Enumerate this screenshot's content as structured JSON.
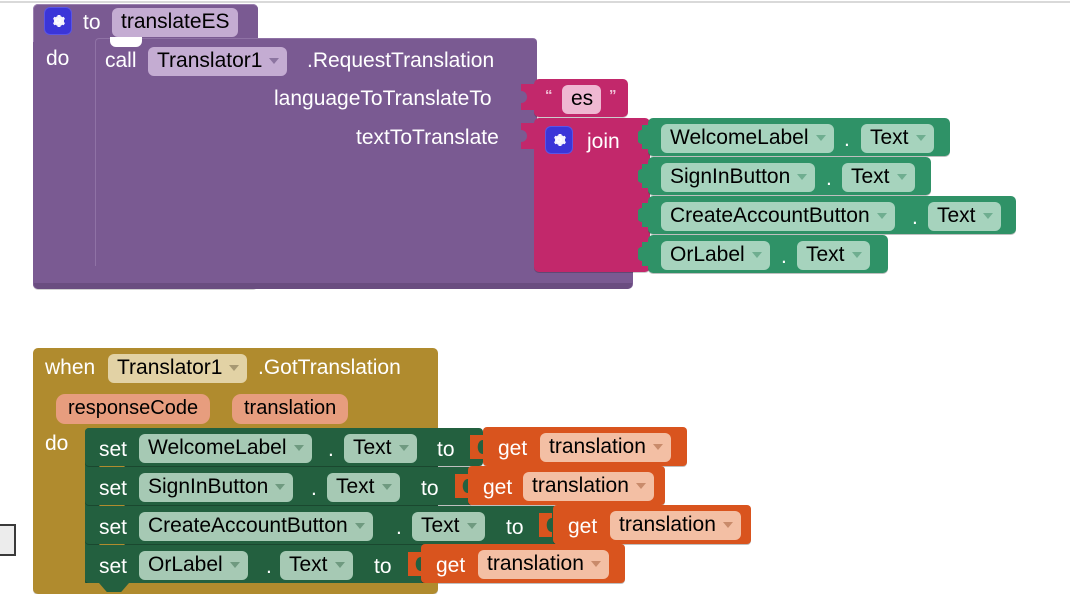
{
  "app": {
    "name": "MIT App Inventor Blocks Editor",
    "canvas_background": "#ffffff"
  },
  "colors": {
    "procedure_purple": "#7a5a92",
    "text_magenta": "#c2286b",
    "component_green": "#2f9267",
    "event_gold": "#b08b2e",
    "setter_green": "#23603f",
    "variable_orange": "#d9541e",
    "mutator_blue": "#3b35d8"
  },
  "procedure_block": {
    "mutator_icon": "gear-icon",
    "to_label": "to",
    "name": "translateES",
    "do_label": "do",
    "call": {
      "call_label": "call",
      "component": "Translator1",
      "method": ".RequestTranslation",
      "args": [
        {
          "name": "languageToTranslateTo"
        },
        {
          "name": "textToTranslate"
        }
      ]
    },
    "language_value": {
      "type": "text-string",
      "open_quote": "“",
      "value": "es",
      "close_quote": "”"
    },
    "join_value": {
      "mutator_icon": "gear-icon",
      "label": "join",
      "items": [
        {
          "component": "WelcomeLabel",
          "separator": ".",
          "property": "Text"
        },
        {
          "component": "SignInButton",
          "separator": ".",
          "property": "Text"
        },
        {
          "component": "CreateAccountButton",
          "separator": ".",
          "property": "Text"
        },
        {
          "component": "OrLabel",
          "separator": ".",
          "property": "Text"
        }
      ]
    }
  },
  "event_block": {
    "when_label": "when",
    "component": "Translator1",
    "event": ".GotTranslation",
    "params": [
      "responseCode",
      "translation"
    ],
    "do_label": "do",
    "statements": [
      {
        "set_label": "set",
        "component": "WelcomeLabel",
        "separator": ".",
        "property": "Text",
        "to_label": "to",
        "value": {
          "get_label": "get",
          "variable": "translation"
        }
      },
      {
        "set_label": "set",
        "component": "SignInButton",
        "separator": ".",
        "property": "Text",
        "to_label": "to",
        "value": {
          "get_label": "get",
          "variable": "translation"
        }
      },
      {
        "set_label": "set",
        "component": "CreateAccountButton",
        "separator": ".",
        "property": "Text",
        "to_label": "to",
        "value": {
          "get_label": "get",
          "variable": "translation"
        }
      },
      {
        "set_label": "set",
        "component": "OrLabel",
        "separator": ".",
        "property": "Text",
        "to_label": "to",
        "value": {
          "get_label": "get",
          "variable": "translation"
        }
      }
    ]
  }
}
